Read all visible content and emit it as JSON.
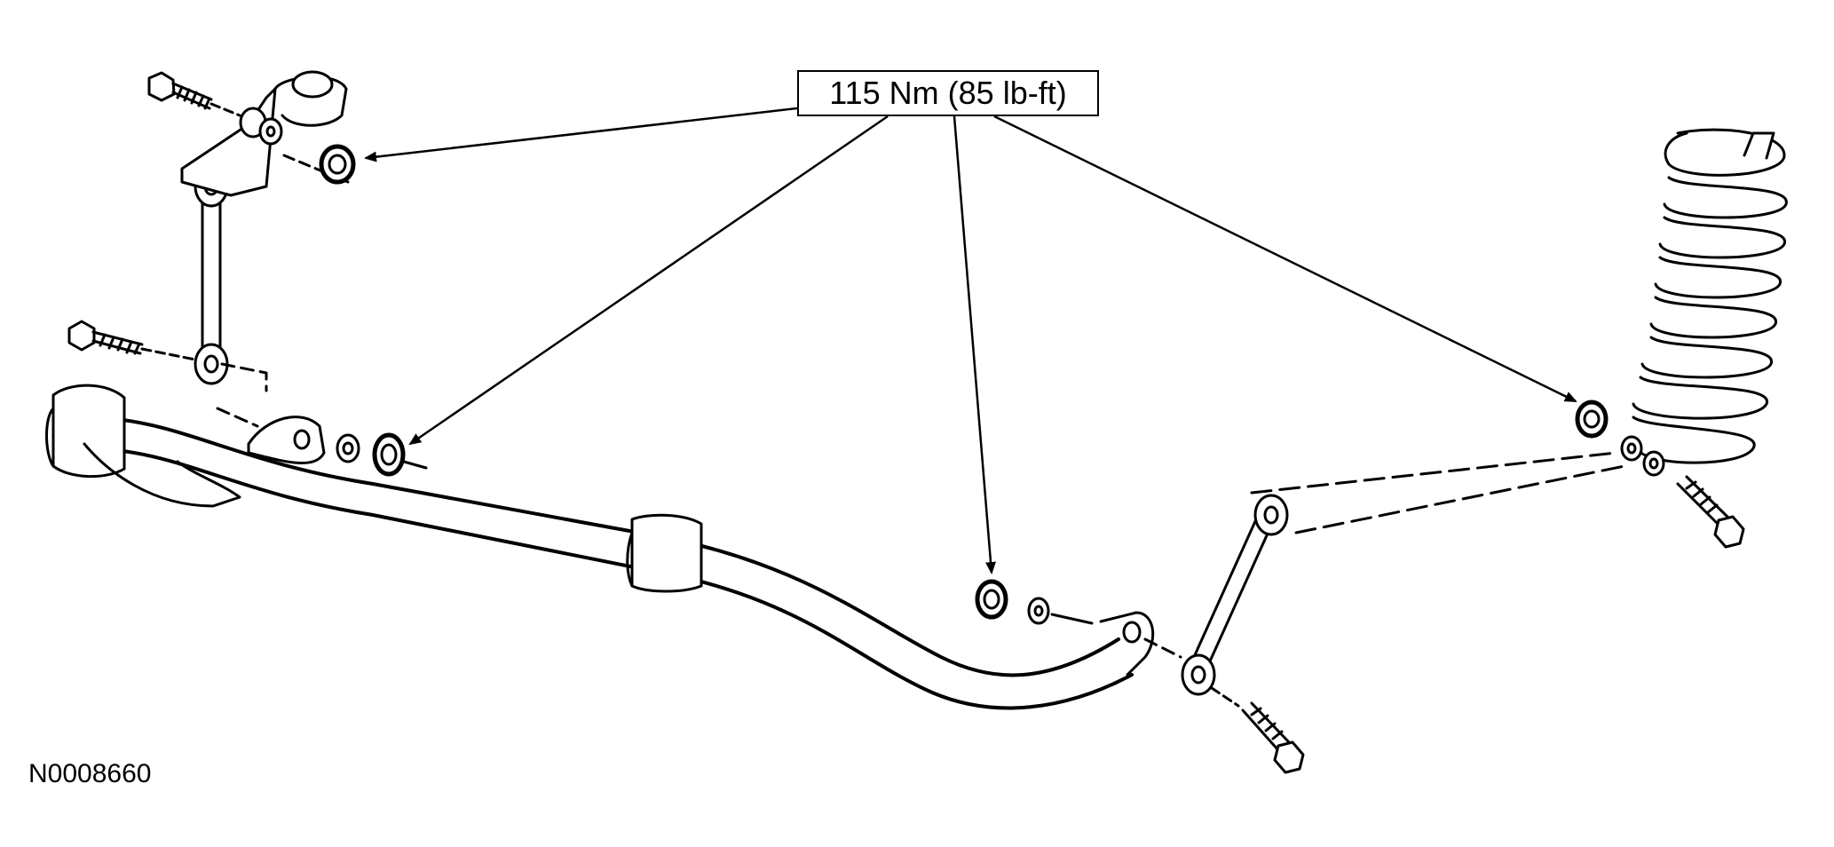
{
  "torque_callout": {
    "label": "115 Nm (85 lb-ft)"
  },
  "figure_id": "N0008660",
  "colors": {
    "line": "#000000",
    "background": "#ffffff"
  },
  "parts": [
    "stabilizer-bar",
    "stabilizer-bar-link",
    "coil-spring",
    "bolt",
    "nut",
    "washer",
    "bushing",
    "bracket"
  ]
}
